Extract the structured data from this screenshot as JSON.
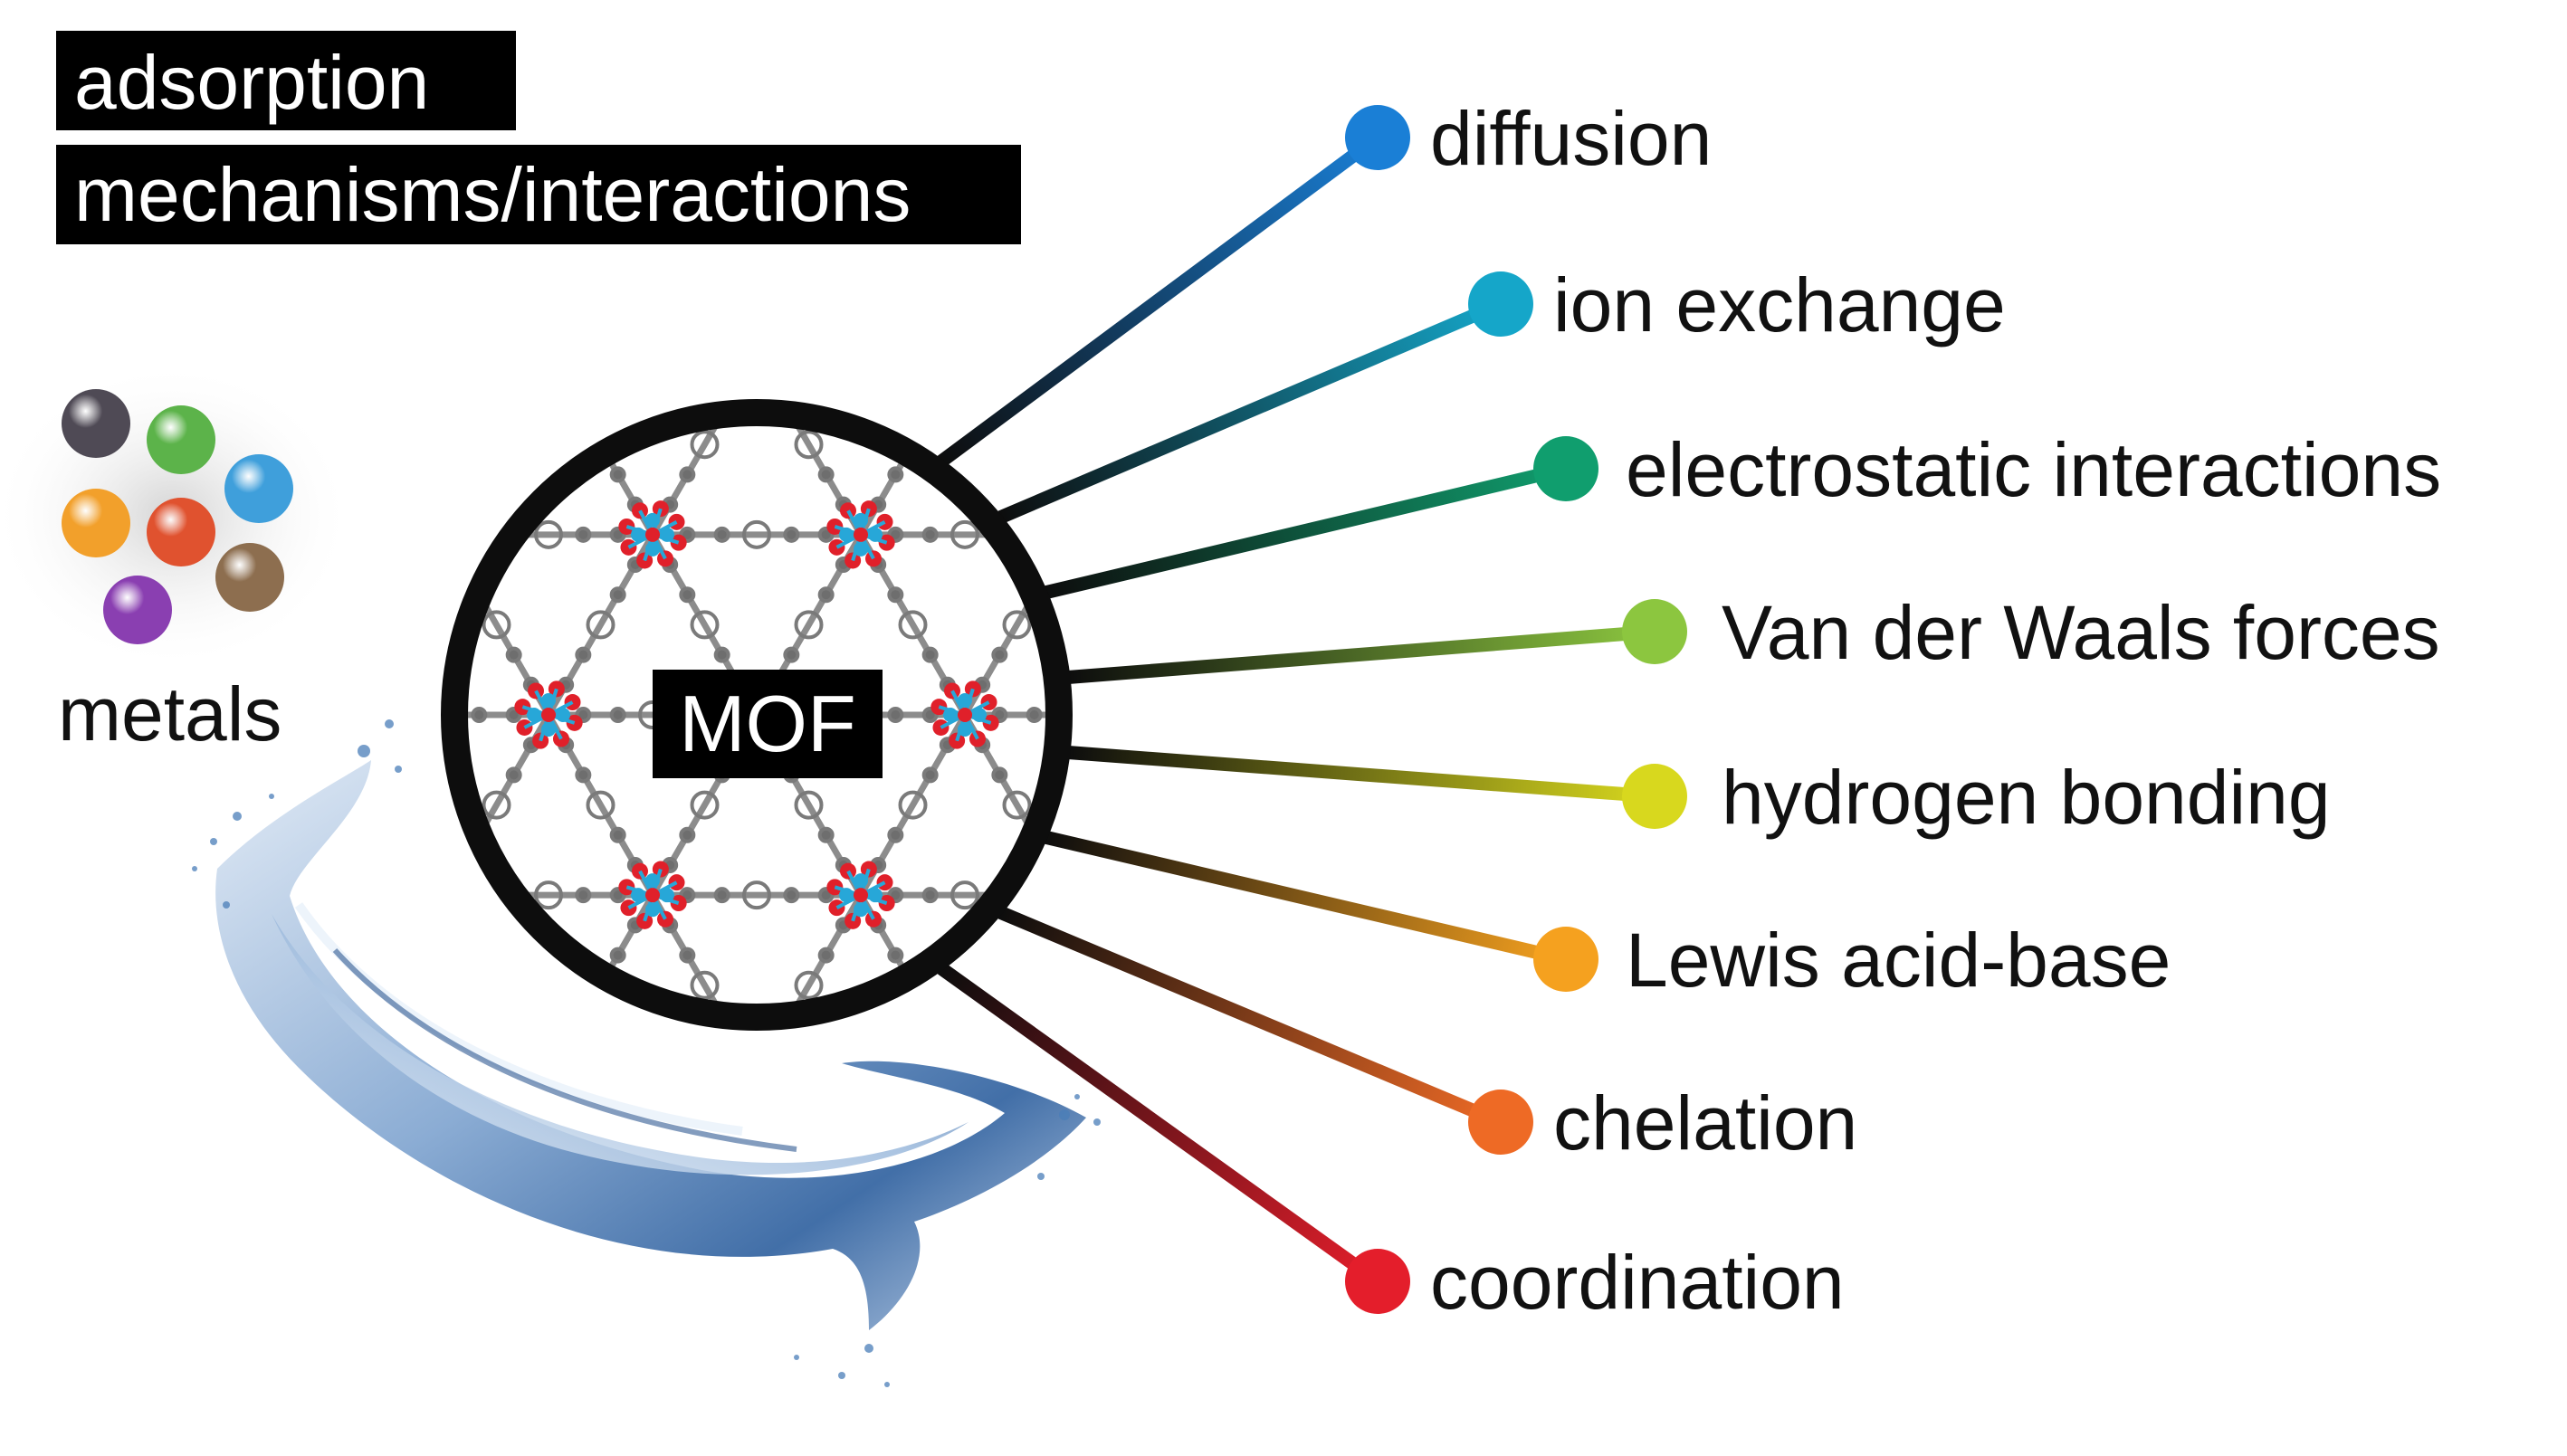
{
  "title": {
    "line1": "adsorption",
    "line2": "mechanisms/interactions"
  },
  "metals_label": "metals",
  "center_label": "MOF",
  "mechanisms": [
    {
      "label": "diffusion",
      "color": "#1a7fd6"
    },
    {
      "label": "ion exchange",
      "color": "#15a6c9"
    },
    {
      "label": "electrostatic interactions",
      "color": "#109e6e"
    },
    {
      "label": "Van der Waals forces",
      "color": "#8cc63f"
    },
    {
      "label": "hydrogen bonding",
      "color": "#d8d81e"
    },
    {
      "label": "Lewis acid-base",
      "color": "#f5a11f"
    },
    {
      "label": "chelation",
      "color": "#ee6a25"
    },
    {
      "label": "coordination",
      "color": "#e41e2b"
    }
  ],
  "metal_colors": [
    "#4f4a55",
    "#5cb34a",
    "#3f9fdb",
    "#f2a02b",
    "#e0522f",
    "#8d6e4f",
    "#8a3fb1"
  ],
  "colors": {
    "ring": "#0d0d0d",
    "oxygen": "#e0202a",
    "metal_node": "#27a7d8",
    "carbon": "#8c8c8c",
    "water": "#3c73b0"
  }
}
